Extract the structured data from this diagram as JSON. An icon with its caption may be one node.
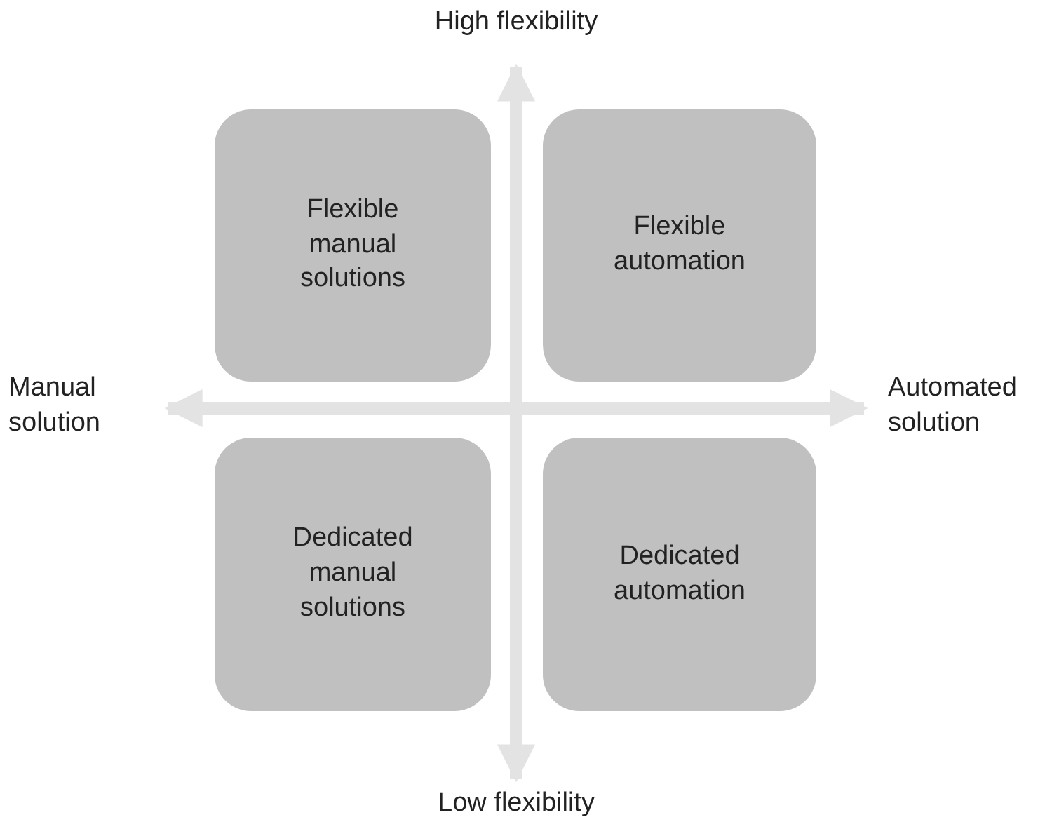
{
  "diagram": {
    "nodes": [
      {
        "text": [
          "High flexibility"
        ]
      },
      {
        "text": [
          "Flexible manual solutions"
        ]
      },
      {
        "text": [
          "Flexible automation"
        ]
      },
      {
        "text": [
          "Manual solution"
        ]
      },
      {
        "text": [
          "Automated solution"
        ]
      },
      {
        "text": [
          "Dedicated manual solutions"
        ]
      },
      {
        "text": [
          "Dedicated automation"
        ]
      },
      {
        "text": [
          "Low flexibility"
        ]
      }
    ],
    "edges": [
      {
        "from": 0,
        "to": 7,
        "arrow": "both"
      },
      {
        "from": 3,
        "to": 4,
        "arrow": "both"
      }
    ]
  }
}
